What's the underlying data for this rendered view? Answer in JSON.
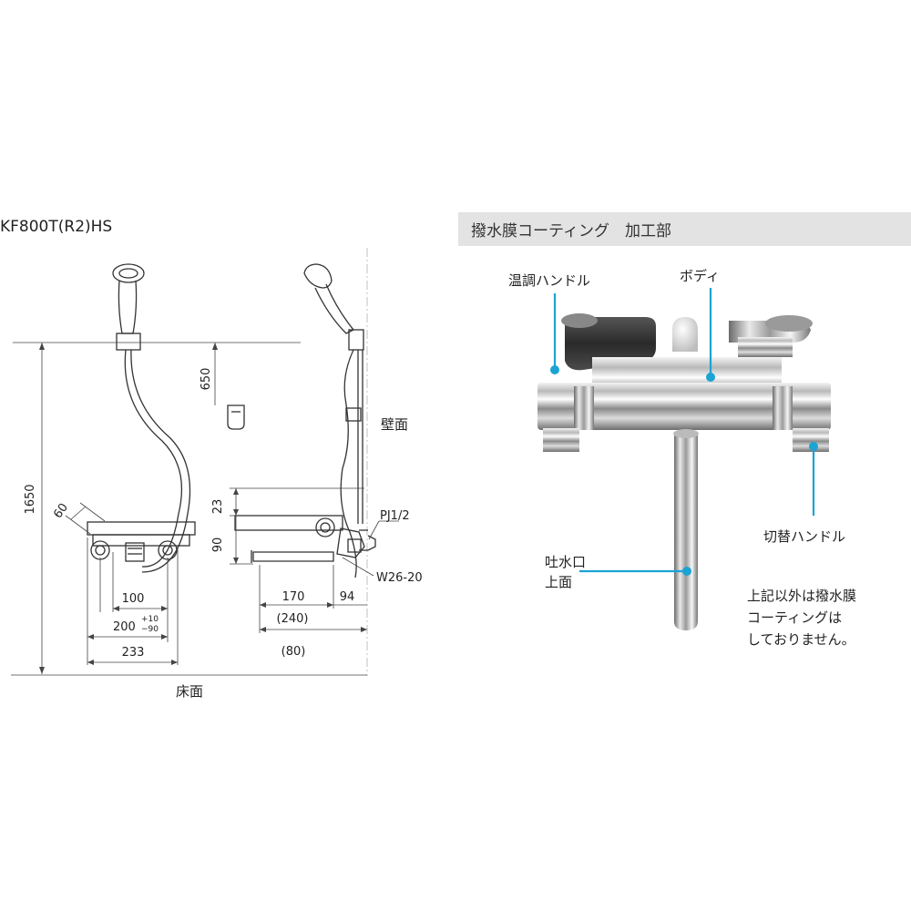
{
  "model_name": "KF800T(R2)HS",
  "banner_title": "撥水膜コーティング　加工部",
  "dimensions": {
    "d1650": "1650",
    "d650": "650",
    "d60": "60",
    "d23": "23",
    "d90": "90",
    "d100": "100",
    "d200": "200",
    "d200_tol_plus": "+10",
    "d200_tol_minus": "−90",
    "d233": "233",
    "d170": "170",
    "d240": "(240)",
    "d80": "(80)",
    "d94": "94"
  },
  "drawing_labels": {
    "wall": "壁面",
    "floor": "床面",
    "pipe_thread": "PJ1/2",
    "hose_thread": "W26-20"
  },
  "callouts": {
    "temp_handle": "温調ハンドル",
    "body": "ボディ",
    "switch_handle": "切替ハンドル",
    "spout_top_line1": "吐水口",
    "spout_top_line2": "上面"
  },
  "note": {
    "line1": "上記以外は撥水膜",
    "line2": "コーティングは",
    "line3": "しておりません。"
  },
  "colors": {
    "callout_accent": "#1ba3d3",
    "banner_bg": "#e3e3e3"
  }
}
